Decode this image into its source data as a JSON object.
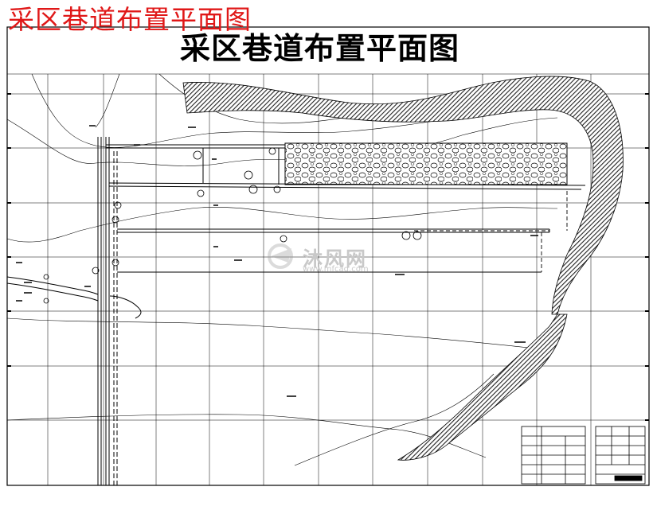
{
  "header": {
    "red_title": "采区巷道布置平面图",
    "main_title": "采区巷道布置平面图"
  },
  "watermark": {
    "text": "沐风网",
    "url": "www.mfcad.com"
  },
  "palette": {
    "line": "#000000",
    "hatch": "#333333",
    "red_title": "#e01818",
    "watermark": "#c9c9c9"
  }
}
